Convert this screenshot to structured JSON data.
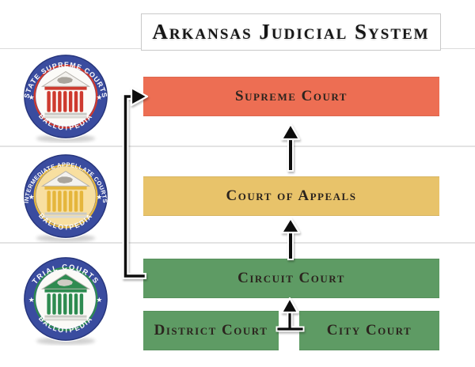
{
  "header": {
    "title": "Arkansas Judicial System"
  },
  "sidebar": {
    "badges": [
      {
        "id": "state-supreme-courts",
        "arc_top": "STATE SUPREME COURTS",
        "arc_bottom": "BALLOTPEDIA",
        "ring_color": "#3A4C9F",
        "theme": "#CE3A2E",
        "pediment": "#F4F2EE",
        "inner": "#FCFBF8"
      },
      {
        "id": "intermediate-appellate-courts",
        "arc_top": "INTERMEDIATE APPELLATE COURTS",
        "arc_bottom": "BALLOTPEDIA",
        "ring_color": "#3A4C9F",
        "theme": "#E5B63C",
        "pediment": "#F4F2EE",
        "inner": "#F8DFA0"
      },
      {
        "id": "trial-courts",
        "arc_top": "TRIAL COURTS",
        "arc_bottom": "BALLOTPEDIA",
        "ring_color": "#3A4C9F",
        "theme": "#2E8B50",
        "pediment": "#2E8B50",
        "inner": "#FBFAF7"
      }
    ]
  },
  "diagram": {
    "nodes": {
      "supreme": {
        "label": "Supreme Court",
        "color": "#ED6E53"
      },
      "appeals": {
        "label": "Court of Appeals",
        "color": "#E8C36A"
      },
      "circuit": {
        "label": "Circuit Court",
        "color": "#5E9B64"
      },
      "district": {
        "label": "District Court",
        "color": "#5E9B64"
      },
      "city": {
        "label": "City Court",
        "color": "#5E9B64"
      }
    },
    "edges": [
      {
        "from": "district-and-city-court",
        "to": "circuit-court"
      },
      {
        "from": "circuit-court",
        "to": "court-of-appeals"
      },
      {
        "from": "court-of-appeals",
        "to": "supreme-court"
      },
      {
        "from": "circuit-court",
        "to": "supreme-court"
      }
    ]
  }
}
